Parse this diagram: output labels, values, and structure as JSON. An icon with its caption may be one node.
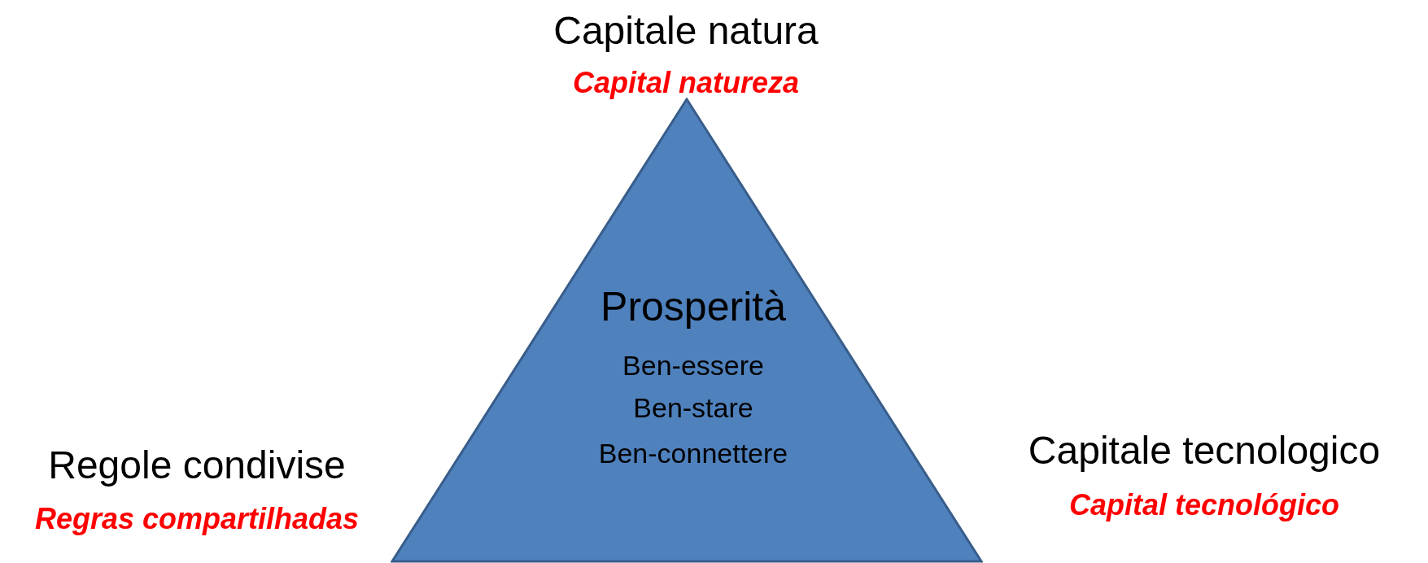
{
  "diagram": {
    "nodes": [
      {
        "text": [
          "Prosperità",
          "Ben-essere",
          "Ben-stare",
          "Ben-connettere"
        ]
      }
    ],
    "edges": [],
    "labels": [
      "Capitale natura",
      "Capital natureza",
      "Regole condivise",
      "Regras compartilhadas",
      "Capitale tecnologico",
      "Capital tecnológico"
    ]
  }
}
